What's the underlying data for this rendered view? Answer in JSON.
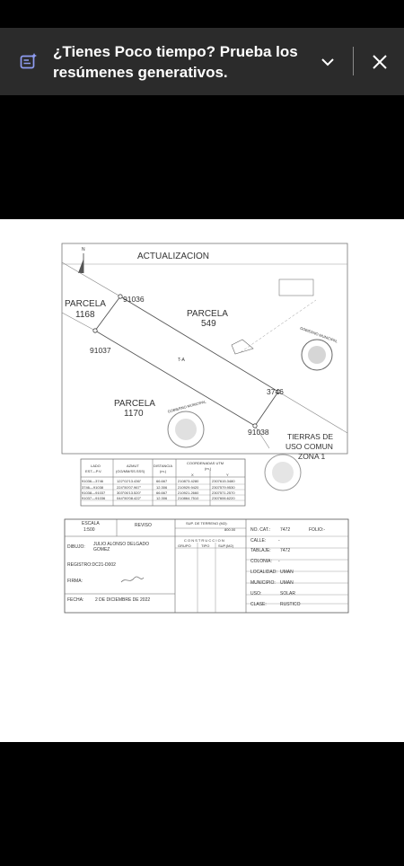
{
  "banner": {
    "message": "¿Tienes Poco tiempo? Prueba los resúmenes generativos.",
    "icon": "summary-sparkle-icon",
    "expand_icon": "chevron-down-icon",
    "close_icon": "close-icon"
  },
  "plan": {
    "title": "ACTUALIZACION",
    "north": "N",
    "parcels": [
      {
        "label": "PARCELA",
        "num": "1168"
      },
      {
        "label": "PARCELA",
        "num": "549"
      },
      {
        "label": "PARCELA",
        "num": "1170"
      }
    ],
    "points": [
      "91036",
      "91037",
      "3746",
      "91038"
    ],
    "region": [
      "TIERRAS DE",
      "USO COMUN",
      "ZONA 1"
    ],
    "area_mark": "T-A",
    "seal_text": "GOBIERNO MUNICIPAL"
  },
  "coord_table": {
    "headers": [
      "LADO",
      "AZMUT",
      "DISTANCIA",
      "COORDENADAS UTM"
    ],
    "subheaders": [
      "EST—P.V.",
      "(GG/MM/SS.SSS)",
      "(m.)",
      "(m.)",
      "X",
      "Y"
    ],
    "rows": [
      [
        "91036—3746",
        "122°02'13.436\"",
        "66.667",
        "210873.4280",
        "2307615.3480"
      ],
      [
        "3746—91038",
        "224°50'07.967\"",
        "12.306",
        "210929.9420",
        "2307579.9530"
      ],
      [
        "91038—91037",
        "303°06'13.520\"",
        "66.667",
        "210921.2660",
        "2307571.2570"
      ],
      [
        "91037—91036",
        "044°50'08.422\"",
        "12.306",
        "210864.7510",
        "2307606.6220"
      ]
    ]
  },
  "title_block": {
    "escala_label": "ESCALA",
    "escala_value": "1:500",
    "revisio_label": "REVISO",
    "sup_label": "SUP. DE TERRENO (M2):",
    "sup_value": "800.00",
    "dibujo_label": "DIBUJO:",
    "dibujo_value": "JULIO ALONSO DELGADO GOMEZ",
    "registro": "REGISTRO:DC21-D002",
    "firma_label": "FIRMA:",
    "fecha_label": "FECHA:",
    "fecha_value": "2 DE DICIEMBRE DE 2022",
    "construccion_title": "C O N S T R U C C I O N",
    "construccion_cols": [
      "GRUPO",
      "TIPO",
      "SUP.(M2)"
    ],
    "fields": [
      {
        "label": "NO. CAT.:",
        "value": "7472",
        "extra_label": "FOLIO:-"
      },
      {
        "label": "CALLE:",
        "value": "-"
      },
      {
        "label": "TABLAJE:",
        "value": "7472"
      },
      {
        "label": "COLONIA:",
        "value": "-"
      },
      {
        "label": "LOCALIDAD:",
        "value": "UMAN"
      },
      {
        "label": "MUNICIPIO:",
        "value": "UMAN"
      },
      {
        "label": "USO:",
        "value": "SOLAR"
      },
      {
        "label": "CLASE:",
        "value": "RUSTICO"
      }
    ]
  }
}
